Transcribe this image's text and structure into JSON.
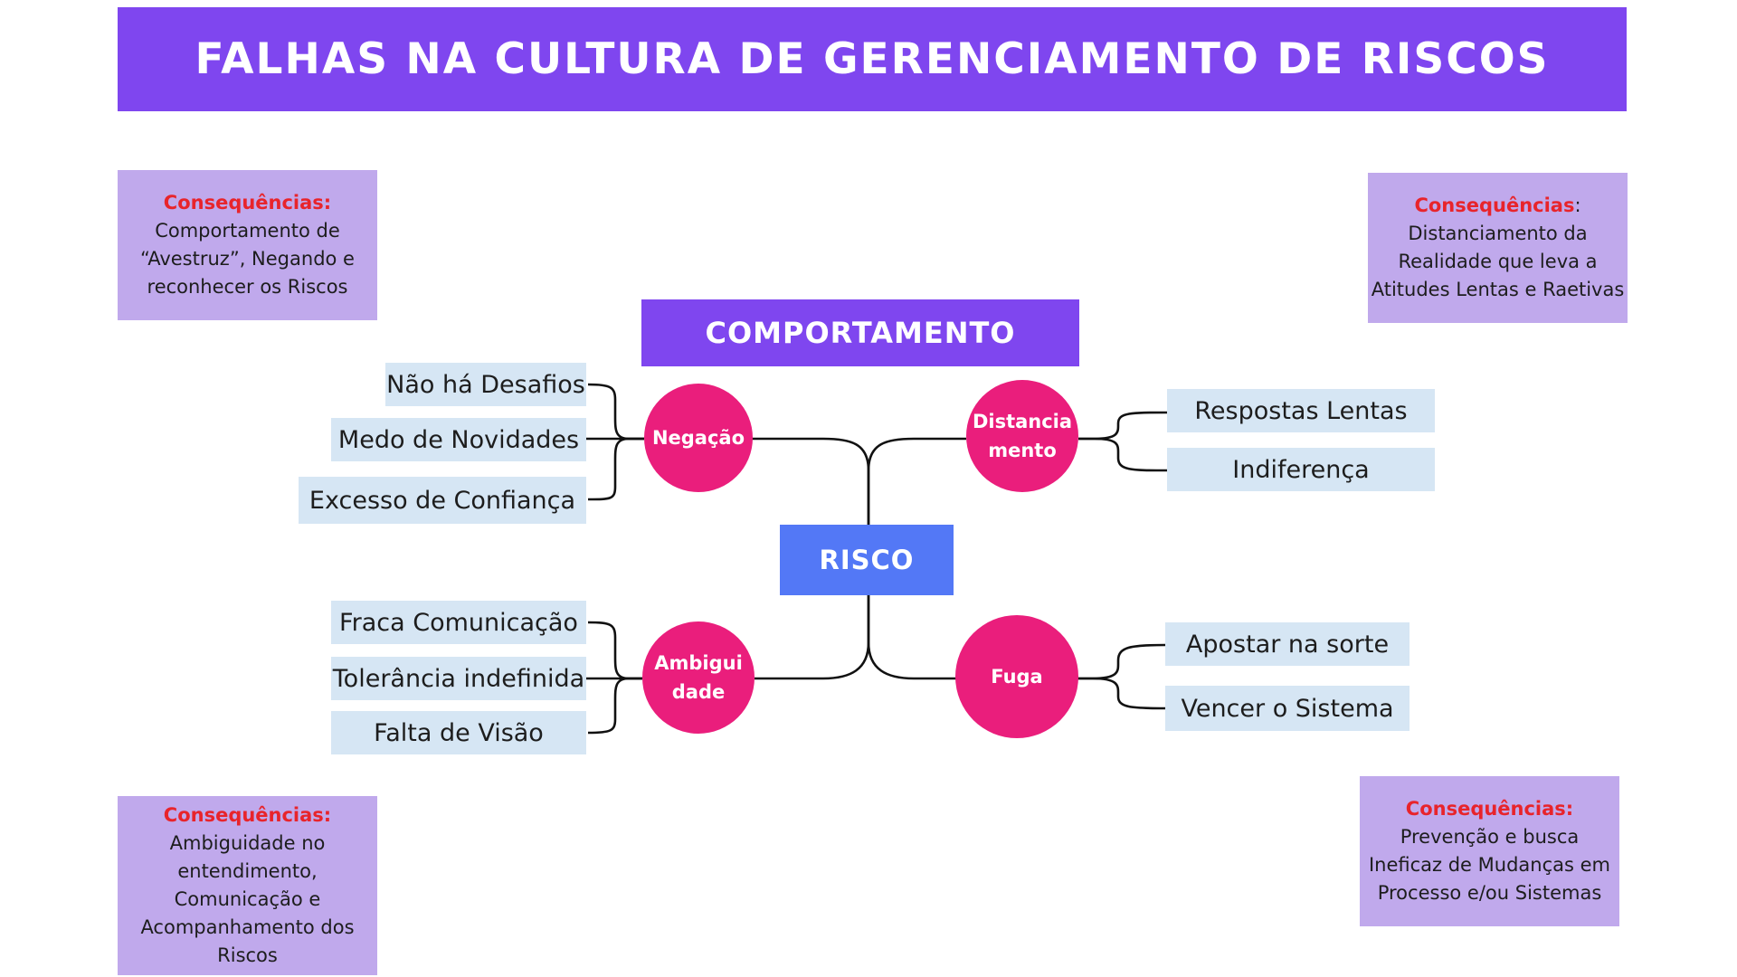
{
  "title": "FALHAS NA CULTURA DE GERENCIAMENTO DE RISCOS",
  "behavior_header": "COMPORTAMENTO",
  "center": "RISCO",
  "colors": {
    "title_bg": "#7f46ef",
    "consequence_bg": "#c0a9ec",
    "consequence_heading": "#e8242b",
    "center_bg": "#5378f6",
    "branch_circle": "#ea1e7c",
    "leaf_bg": "#d6e6f4"
  },
  "consequences": {
    "top_left": {
      "heading": "Consequências:",
      "lines": [
        "Comportamento de",
        "“Avestruz”, Negando e",
        "reconhecer os Riscos"
      ]
    },
    "top_right": {
      "heading": "Consequências",
      "heading_suffix": ":",
      "lines": [
        "Distanciamento da",
        "Realidade que leva a",
        "Atitudes Lentas e Raetivas"
      ]
    },
    "bottom_left": {
      "heading": "Consequências:",
      "lines": [
        "Ambiguidade no",
        "entendimento,",
        "Comunicação e",
        "Acompanhamento dos",
        "Riscos"
      ]
    },
    "bottom_right": {
      "heading": "Consequências:",
      "lines": [
        "Prevenção e busca",
        "Ineficaz de Mudanças em",
        "Processo e/ou Sistemas"
      ]
    }
  },
  "branches": {
    "negacao": {
      "label_lines": [
        "Negação"
      ],
      "leaves": [
        "Não há Desafios",
        "Medo de Novidades",
        "Excesso de Confiança"
      ]
    },
    "distanciamento": {
      "label_lines": [
        "Distancia",
        "mento"
      ],
      "leaves": [
        "Respostas Lentas",
        "Indiferença"
      ]
    },
    "ambiguidade": {
      "label_lines": [
        "Ambigui",
        "dade"
      ],
      "leaves": [
        "Fraca Comunicação",
        "Tolerância indefinida",
        "Falta de Visão"
      ]
    },
    "fuga": {
      "label_lines": [
        "Fuga"
      ],
      "leaves": [
        "Apostar na sorte",
        "Vencer o Sistema"
      ]
    }
  }
}
